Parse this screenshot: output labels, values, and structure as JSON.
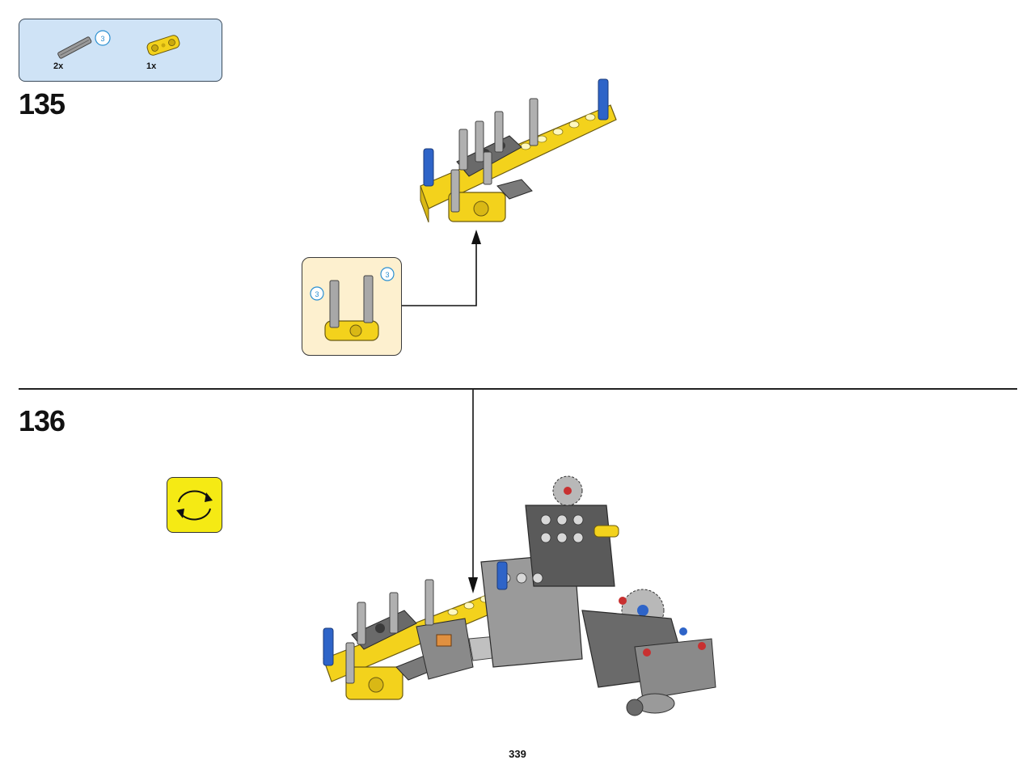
{
  "parts_list": {
    "items": [
      {
        "name": "axle-3",
        "qty": "2x",
        "length_label": "3",
        "color": "#8a8a8a"
      },
      {
        "name": "yellow-connector",
        "qty": "1x",
        "color": "#f3d21c"
      }
    ]
  },
  "step_135": {
    "number": "135",
    "sub_assembly": {
      "callout_left": "3",
      "callout_right": "3"
    }
  },
  "step_136": {
    "number": "136",
    "rotate_icon": "rotate-model-icon"
  },
  "page_number": "339",
  "colors": {
    "yellow": "#f3d21c",
    "dark_gray": "#5a5a5a",
    "light_gray": "#a8a8a8",
    "blue": "#2e64c8",
    "red": "#c83030",
    "parts_box_bg": "#cfe3f6",
    "sub_box_bg": "#fdf0cf"
  }
}
